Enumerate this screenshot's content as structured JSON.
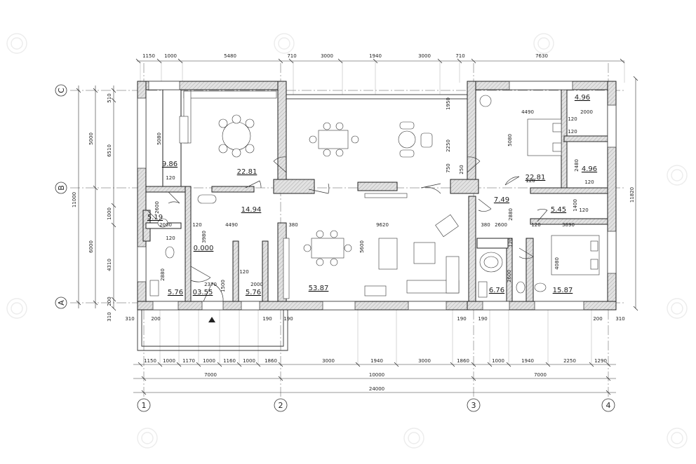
{
  "dims": {
    "top_row": [
      "1150",
      "1000",
      "5480",
      "710",
      "3000",
      "1940",
      "3000",
      "710",
      "7630"
    ],
    "bottom_row1": [
      "1150",
      "1000",
      "1170",
      "1000",
      "1160",
      "1000",
      "1860",
      "3000",
      "1940",
      "3000",
      "1860",
      "1000",
      "1940",
      "2250",
      "1290"
    ],
    "bottom_row2": [
      "7000",
      "10000",
      "7000"
    ],
    "bottom_total": "24000",
    "left_outer": [
      "510",
      "6510",
      "1000",
      "4310",
      "200"
    ],
    "left_inner": [
      "5000",
      "6000"
    ],
    "left_total": "11000",
    "left_small": "310",
    "right_total": "11820",
    "bottom_310_left": "310",
    "bottom_310_right": "310",
    "interior": {
      "d5080a": "5080",
      "d120a": "120",
      "d2600a": "2600",
      "d2000a": "2000",
      "d120b": "120",
      "d4490a": "4490",
      "d3980": "3980",
      "d120c": "120",
      "d2880a": "2880",
      "d2370": "2370",
      "d1500": "1500",
      "d2000b": "2000",
      "d120d": "120",
      "d380a": "380",
      "d9620": "9620",
      "d5600": "5600",
      "d1950": "1950",
      "d2250": "2250",
      "d750": "750",
      "d250": "250",
      "d4490b": "4490",
      "d5080b": "5080",
      "d2000c": "2000",
      "d120e": "120",
      "d120f": "120",
      "d2480": "2480",
      "d120g": "120",
      "d120h": "120",
      "d1400": "1400",
      "d120i": "120",
      "d2880b": "2880",
      "d380b": "380",
      "d2600b": "2600",
      "d120j": "120",
      "d3890": "3890",
      "d120k": "120",
      "d2600c": "2600",
      "d4080": "4080",
      "d200a": "200",
      "d190a": "190",
      "d190b": "190",
      "d190c": "190",
      "d190d": "190",
      "d200b": "200"
    }
  },
  "rooms": {
    "kitchen_strip": "9.86",
    "dining": "22.81",
    "wc_left": "5.19",
    "hall": "14.94",
    "entry_level": "0.000",
    "bath_left": "5.76",
    "vestibule": "03.55",
    "closet": "5.76",
    "living": "53.87",
    "bedroom_top": "22.81",
    "closet_top": "4.96",
    "closet_mid": "4.96",
    "corridor": "7.49",
    "dressing": "5.45",
    "bath_right": "6.76",
    "bedroom_bottom": "15.87"
  },
  "axes": {
    "rows": [
      "C",
      "B",
      "A"
    ],
    "cols": [
      "1",
      "2",
      "3",
      "4"
    ]
  },
  "colors": {
    "line": "#222222",
    "wall_fill": "#d8d8d8",
    "watermark": "#ececec"
  }
}
